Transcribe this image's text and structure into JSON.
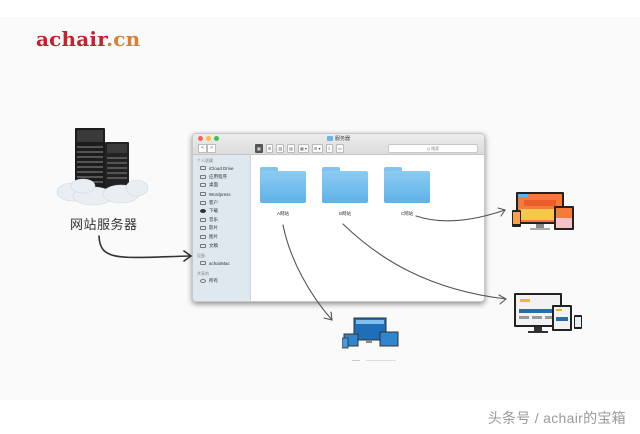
{
  "logo": {
    "main": "achair",
    "suffix": ".cn",
    "main_color": "#c8202e",
    "suffix_color": "#d4813a"
  },
  "server": {
    "label": "网站服务器",
    "icon": "server-rack-icon"
  },
  "finder": {
    "title": "服务器",
    "nav": {
      "back": "<",
      "forward": ">"
    },
    "toolbar": {
      "view_icon": "▦",
      "view_list": "☰",
      "view_columns": "▥",
      "view_cover": "▤",
      "group": "▦ ▾",
      "action": "⚙ ▾",
      "share": "⇧",
      "tags": "▭"
    },
    "search_placeholder": "Q 搜索",
    "sidebar": {
      "favorites_header": "个人收藏",
      "favorites": [
        {
          "label": "iCloud Drive",
          "icon": "cloud-icon"
        },
        {
          "label": "应用程序",
          "icon": "apps-icon"
        },
        {
          "label": "桌面",
          "icon": "desktop-icon"
        },
        {
          "label": "Wordpress",
          "icon": "folder-icon"
        },
        {
          "label": "客户",
          "icon": "folder-icon"
        },
        {
          "label": "下载",
          "icon": "download-icon"
        },
        {
          "label": "音乐",
          "icon": "music-icon"
        },
        {
          "label": "影片",
          "icon": "movie-icon"
        },
        {
          "label": "图片",
          "icon": "photo-icon"
        },
        {
          "label": "文稿",
          "icon": "document-icon"
        }
      ],
      "devices_header": "设备",
      "devices": [
        {
          "label": "achairMac",
          "icon": "computer-icon"
        }
      ],
      "shared_header": "共享的",
      "shared": [
        {
          "label": "所有",
          "icon": "network-icon"
        }
      ]
    },
    "folders": [
      {
        "label": "A网站"
      },
      {
        "label": "B网站"
      },
      {
        "label": "C网站"
      }
    ]
  },
  "devices": {
    "c_site": "responsive-site-orange-devices",
    "b_site": "responsive-site-blue-devices",
    "a_site": "responsive-site-blue-devices-small"
  },
  "footer": {
    "text": "头条号 / achair的宝箱"
  }
}
